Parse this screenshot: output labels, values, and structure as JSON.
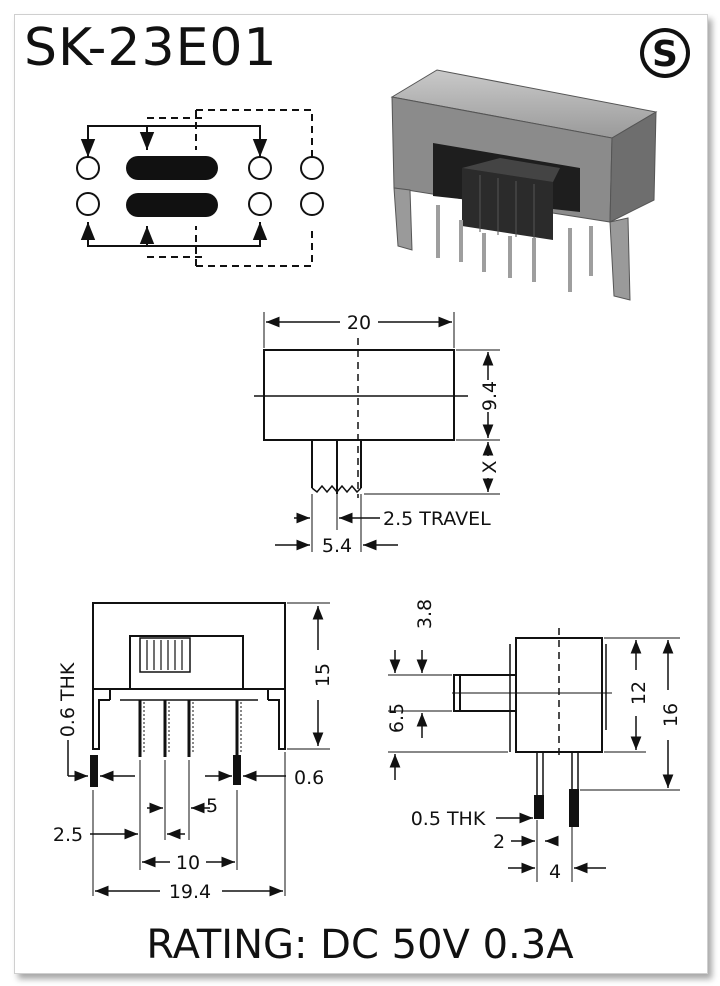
{
  "title": "SK-23E01",
  "rating": "RATING: DC 50V 0.3A",
  "logo_letter": "S",
  "dims": {
    "d20": "20",
    "d9_4": "9.4",
    "dx": "X",
    "travel": "2.5 TRAVEL",
    "d5_4": "5.4",
    "d3_8": "3.8",
    "d15": "15",
    "thk06": "0.6 THK",
    "d0_6": "0.6",
    "d5": "5",
    "d2_5": "2.5",
    "d10": "10",
    "d19_4": "19.4",
    "d6_5": "6.5",
    "d12": "12",
    "d16": "16",
    "thk05": "0.5 THK",
    "d2": "2",
    "d4": "4"
  }
}
